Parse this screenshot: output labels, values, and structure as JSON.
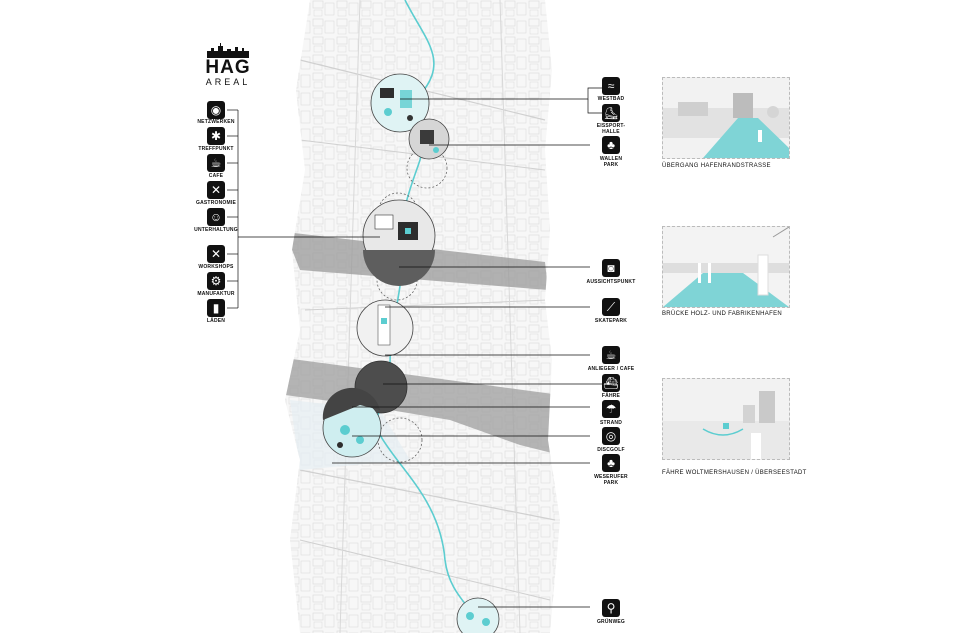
{
  "logo": {
    "title": "HAG",
    "subtitle": "AREAL"
  },
  "colors": {
    "accent": "#5ccdd0",
    "water": "#6dc5c8",
    "river": "#8d8d8d",
    "map_line": "#cfcfcf",
    "dark": "#111111"
  },
  "left_legend": [
    {
      "label": "NETZWERKEN",
      "icon": "wifi-icon"
    },
    {
      "label": "TREFFPUNKT",
      "icon": "meeting-point-icon"
    },
    {
      "label": "CAFE",
      "icon": "coffee-cup-icon"
    },
    {
      "label": "GASTRONOMIE",
      "icon": "cutlery-icon"
    },
    {
      "label": "UNTERHALTUNG",
      "icon": "theater-masks-icon"
    },
    {
      "label": "WORKSHOPS",
      "icon": "tools-icon"
    },
    {
      "label": "MANUFAKTUR",
      "icon": "gears-icon"
    },
    {
      "label": "LÄDEN",
      "icon": "shopping-bag-icon"
    }
  ],
  "right_legend": [
    {
      "label": "WESTBAD",
      "icon": "swimming-icon"
    },
    {
      "label": "EISSPORT-\nHALLE",
      "icon": "ice-skate-icon"
    },
    {
      "label": "WALLEN\nPARK",
      "icon": "tree-icon"
    },
    {
      "label": "AUSSICHTSPUNKT",
      "icon": "camera-icon"
    },
    {
      "label": "SKATEPARK",
      "icon": "skateboard-icon"
    },
    {
      "label": "ANLIEGER / CAFE",
      "icon": "coffee-cup-icon"
    },
    {
      "label": "FÄHRE",
      "icon": "ferry-icon"
    },
    {
      "label": "STRAND",
      "icon": "beach-icon"
    },
    {
      "label": "DISCGOLF",
      "icon": "discgolf-icon"
    },
    {
      "label": "WESERUFER\nPARK",
      "icon": "tree-icon"
    },
    {
      "label": "GRÜNWEG",
      "icon": "bicycle-icon"
    }
  ],
  "captions": [
    "ÜBERGANG HAFENRANDSTRASSE",
    "BRÜCKE HOLZ- UND FABRIKENHAFEN",
    "FÄHRE WOLTMERSHAUSEN / ÜBERSEESTADT"
  ]
}
